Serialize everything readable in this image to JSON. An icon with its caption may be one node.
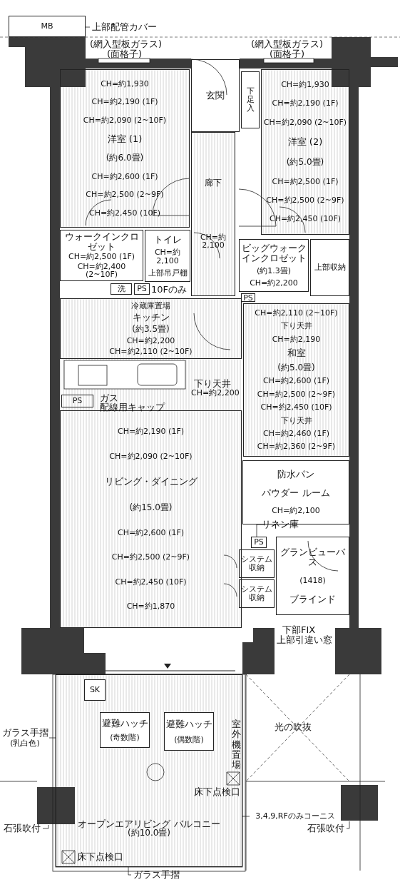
{
  "diagram": {
    "nodes": [
      {
        "text": [
          "MB"
        ]
      },
      {
        "text": [
          "上部配管カバー"
        ]
      },
      {
        "text": [
          "CH=約1,930",
          "CH=約2,190 (1F)",
          "CH=約2,090 (2~10F)",
          "洋室 (1)",
          "(約6.0畳)",
          "CH=約2,600 (1F)",
          "CH=約2,500 (2~9F)",
          "CH=約2,450 (10F)"
        ]
      },
      {
        "text": [
          "玄関"
        ]
      },
      {
        "text": [
          "下足入"
        ]
      },
      {
        "text": [
          "CH=約1,930",
          "CH=約2,190 (1F)",
          "CH=約2,090 (2~10F)",
          "洋室 (2)",
          "(約5.0畳)",
          "CH=約2,500 (1F)",
          "CH=約2,500 (2~9F)",
          "CH=約2,450 (10F)"
        ]
      },
      {
        "text": [
          "廊下",
          "CH=約2,100"
        ]
      },
      {
        "text": [
          "ウォークインクロゼット",
          "CH=約2,500 (1F)",
          "CH=約2,400 (2~10F)"
        ]
      },
      {
        "text": [
          "トイレ",
          "CH=約2,100",
          "上部吊戸棚"
        ]
      },
      {
        "text": [
          "洗"
        ]
      },
      {
        "text": [
          "PS"
        ]
      },
      {
        "text": [
          "ビッグウォークインクロゼット",
          "(約1.3畳)",
          "CH=約2,200"
        ]
      },
      {
        "text": [
          "上部収納"
        ]
      },
      {
        "text": [
          "PS"
        ]
      },
      {
        "text": [
          "冷蔵庫置場",
          "キッチン",
          "(約3.5畳)",
          "CH=約2,200",
          "CH=約2,110 (2~10F)"
        ]
      },
      {
        "text": [
          "PS"
        ]
      },
      {
        "text": [
          "CH=約2,110 (2~10F)",
          "下り天井",
          "CH=約2,190",
          "和室",
          "(約5.0畳)",
          "CH=約2,600 (1F)",
          "CH=約2,500 (2~9F)",
          "CH=約2,450 (10F)",
          "下り天井",
          "CH=約2,460 (1F)",
          "CH=約2,360 (2~9F)"
        ]
      },
      {
        "text": [
          "CH=約2,190 (1F)",
          "CH=約2,090 (2~10F)",
          "リビング・ダイニング",
          "(約15.0畳)",
          "CH=約2,600 (1F)",
          "CH=約2,500 (2~9F)",
          "CH=約2,450 (10F)",
          "CH=約1,870"
        ]
      },
      {
        "text": [
          "防水パン",
          "パウダー ルーム",
          "CH=約2,100"
        ]
      },
      {
        "text": [
          "リネン庫"
        ]
      },
      {
        "text": [
          "PS"
        ]
      },
      {
        "text": [
          "システム収納"
        ]
      },
      {
        "text": [
          "システム収納"
        ]
      },
      {
        "text": [
          "グランビューバス",
          "(1418)",
          "ブラインド"
        ]
      },
      {
        "text": [
          "オープンエアリビング バルコニー",
          "(約10.0畳)"
        ]
      },
      {
        "text": [
          "SK"
        ],
        "in": 24
      },
      {
        "text": [
          "避難ハッチ",
          "(奇数階)"
        ],
        "in": 24
      },
      {
        "text": [
          "避難ハッチ",
          "(偶数階)"
        ],
        "in": 24
      },
      {
        "text": [
          "ガラス手摺",
          "(乳白色)"
        ]
      },
      {
        "text": [
          "石張吹付"
        ]
      },
      {
        "text": [
          "3,4,9,RFのみコーニス"
        ]
      },
      {
        "text": [
          "石張吹付"
        ]
      },
      {
        "text": [
          "ガラス手摺"
        ]
      }
    ],
    "edges": [
      {
        "from": 1,
        "to": 0,
        "arrow": "none"
      },
      {
        "from": 19,
        "to": 20,
        "arrow": "none"
      },
      {
        "from": 28,
        "to": 24,
        "arrow": "none"
      },
      {
        "from": 29,
        "to": null,
        "arrow": "none"
      },
      {
        "from": 30,
        "to": 24,
        "arrow": "none"
      },
      {
        "from": 31,
        "to": null,
        "arrow": "none"
      },
      {
        "from": 32,
        "to": 24,
        "arrow": "none"
      }
    ],
    "labels": [
      "(網入型板ガラス)",
      "(面格子)",
      "(網入型板ガラス)",
      "(面格子)",
      "10Fのみ",
      "下り天井",
      "CH=約2,200",
      "ガス",
      "配線用キャップ",
      "下部FIX",
      "上部引違い窓",
      "光の吹抜",
      "室外機置場",
      "床下点検口",
      "床下点検口"
    ]
  }
}
